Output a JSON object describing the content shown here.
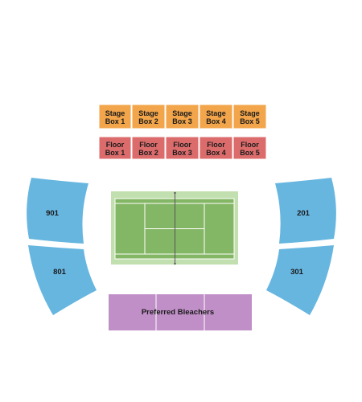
{
  "stage_boxes": [
    "Stage|Box 1",
    "Stage|Box 2",
    "Stage|Box 3",
    "Stage|Box 4",
    "Stage|Box 5"
  ],
  "floor_boxes": [
    "Floor|Box 1",
    "Floor|Box 2",
    "Floor|Box 3",
    "Floor|Box 4",
    "Floor|Box 5"
  ],
  "sections": {
    "s901": "901",
    "s801": "801",
    "s201": "201",
    "s301": "301",
    "bleachers": "Preferred Bleachers"
  },
  "colors": {
    "stage": "#f2a54a",
    "floor": "#dc6c6c",
    "side": "#67b6e0",
    "bleachers": "#c08fc7",
    "court_surround": "#c2dfb0",
    "court": "#84b765"
  }
}
